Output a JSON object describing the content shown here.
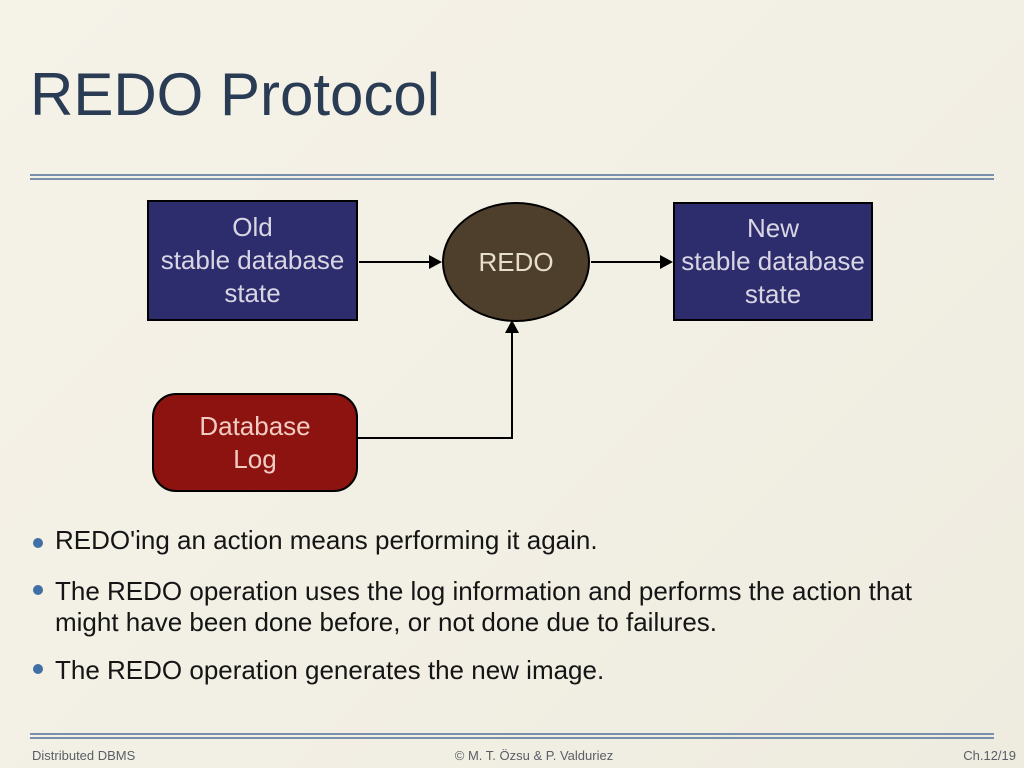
{
  "slide": {
    "title": "REDO Protocol"
  },
  "colors": {
    "background": "#f2efe4",
    "title_text": "#2a3b54",
    "rule": "#7890ab",
    "box_navy": "#2d2c6d",
    "box_navy_text": "#d9d6e4",
    "ellipse_brown": "#4e3f2d",
    "ellipse_text": "#e7dfc9",
    "log_red": "#8d1310",
    "log_text": "#f2ccc2",
    "bullet_dot": "#3f6fa5",
    "body_text": "#151515",
    "footer_text": "#5a5f66",
    "arrow": "#000000"
  },
  "diagram": {
    "old_state_box": {
      "line1": "Old",
      "line2": "stable database",
      "line3": "state"
    },
    "redo_ellipse": {
      "label": "REDO"
    },
    "new_state_box": {
      "line1": "New",
      "line2": "stable database",
      "line3": "state"
    },
    "database_log_box": {
      "line1": "Database",
      "line2": "Log"
    }
  },
  "bullets": [
    {
      "line1": "REDO'ing an action means performing it again."
    },
    {
      "line1": "The REDO operation uses the log information and performs the action that",
      "line2": "might have been done before, or not done due to failures."
    },
    {
      "line1": "The REDO operation generates the new image."
    }
  ],
  "footer": {
    "left": "Distributed DBMS",
    "center": "© M. T. Özsu & P. Valduriez",
    "right": "Ch.12/19"
  }
}
